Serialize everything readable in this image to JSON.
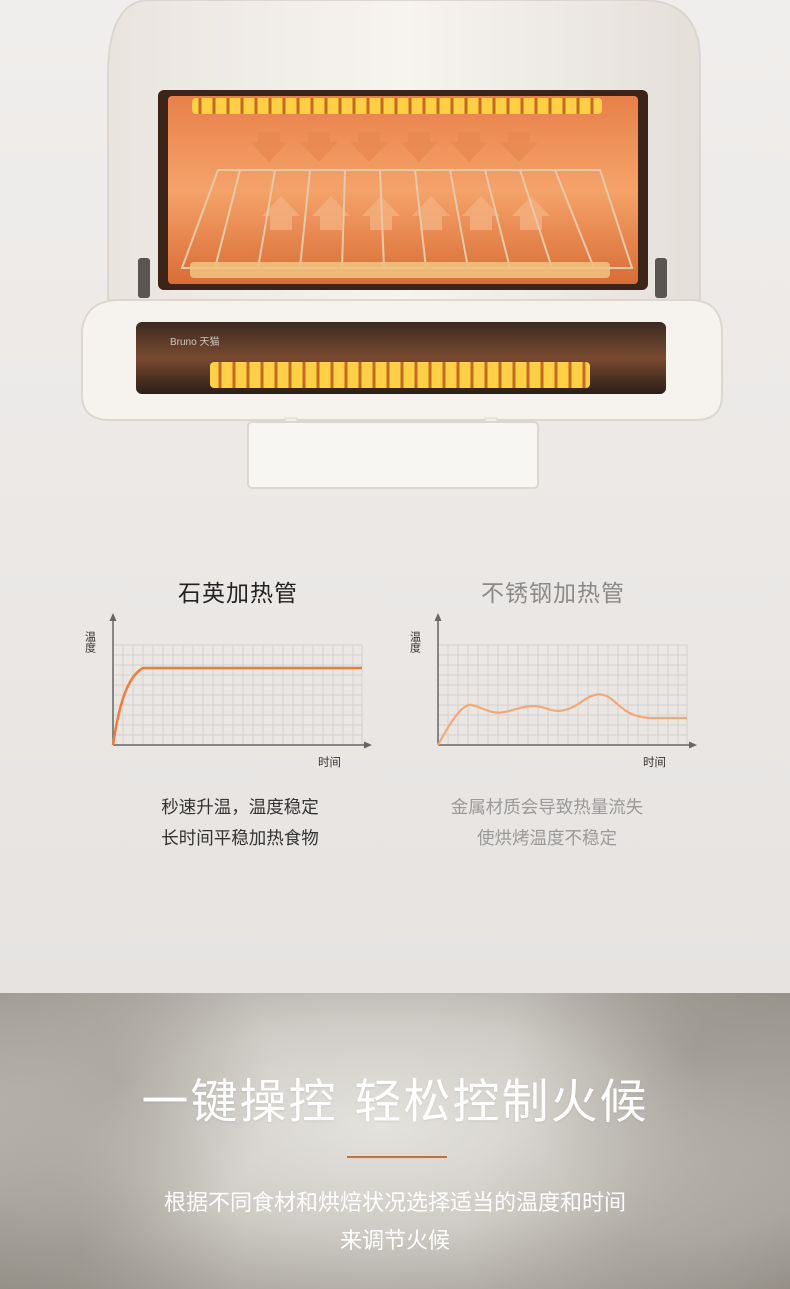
{
  "oven_image": {
    "brand_mark": "Bruno 天猫"
  },
  "comparison": {
    "left": {
      "title": "石英加热管",
      "y_axis_label": "温度",
      "x_axis_label": "时间",
      "curve_color": "#f07b3a",
      "caption_line1": "秒速升温，温度稳定",
      "caption_line2": "长时间平稳加热食物"
    },
    "right": {
      "title": "不锈钢加热管",
      "y_axis_label": "温度",
      "x_axis_label": "时间",
      "curve_color": "#f3a878",
      "caption_line1": "金属材质会导致热量流失",
      "caption_line2": "使烘烤温度不稳定"
    }
  },
  "feature": {
    "headline": "一键操控 轻松控制火候",
    "accent_color": "#c2703b",
    "subtitle_line1": "根据不同食材和烘焙状况选择适当的温度和时间",
    "subtitle_line2": "来调节火候"
  }
}
